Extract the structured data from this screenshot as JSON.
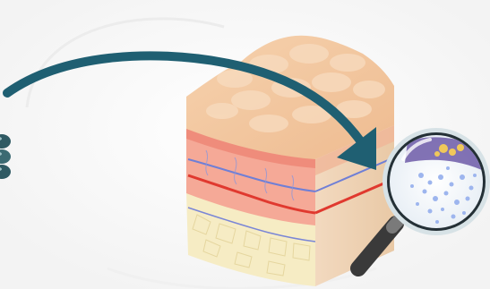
{
  "illustration": {
    "subject": "skin-cross-section",
    "elements": [
      "curved-arrow",
      "skin-layers-cube",
      "magnifying-glass",
      "cells-beads"
    ],
    "colors": {
      "arrow": "#1f5f72",
      "epidermis": "#f3c9a3",
      "dermis": "#f08f7f",
      "vein": "#6f7fd6",
      "artery": "#e0392f",
      "fat": "#f6ecc4",
      "lens_rim": "#c9d8de",
      "handle": "#3a3a3a",
      "particles": "#8aa9e6"
    }
  }
}
